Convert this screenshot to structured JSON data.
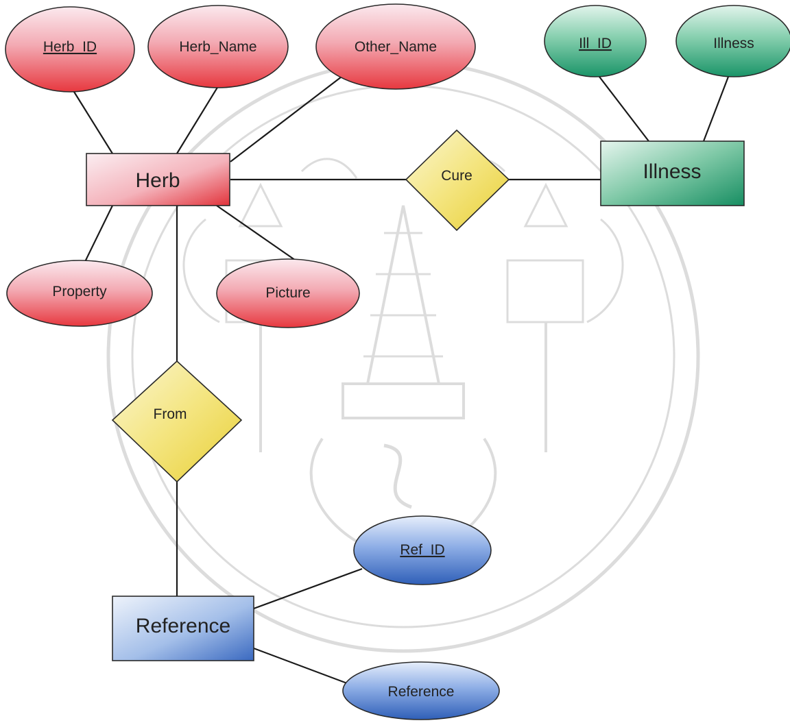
{
  "diagram": {
    "entities": {
      "herb": "Herb",
      "illness": "Illness",
      "reference": "Reference"
    },
    "relationships": {
      "cure": "Cure",
      "from": "From"
    },
    "attributes": {
      "herb_id": "Herb_ID",
      "herb_name": "Herb_Name",
      "other_name": "Other_Name",
      "property": "Property",
      "picture": "Picture",
      "ill_id": "Ill_ID",
      "illness": "Illness",
      "ref_id": "Ref_ID",
      "reference": "Reference"
    },
    "key_attributes": [
      "herb_id",
      "ill_id",
      "ref_id"
    ],
    "colors": {
      "herb_group": "#e8434a",
      "illness_group": "#1f9a6e",
      "reference_group": "#3a6cc4",
      "relationship": "#f2e05c",
      "watermark": "#d9d9d9"
    }
  }
}
